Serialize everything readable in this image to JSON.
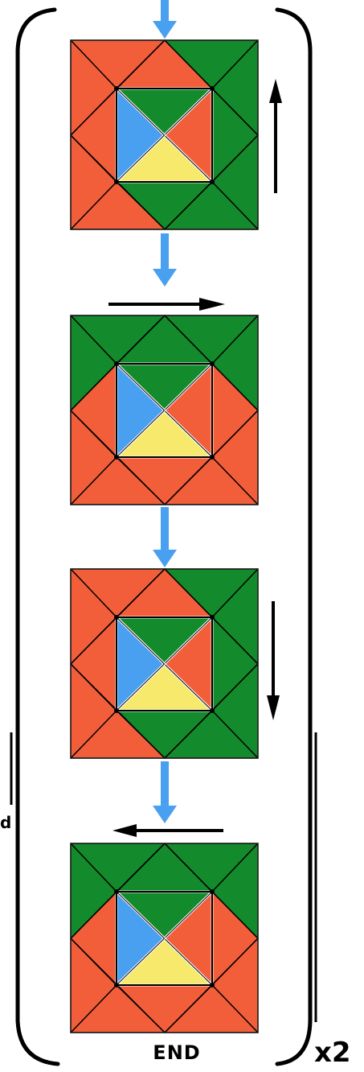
{
  "colors": {
    "red": "#f25e3a",
    "green": "#138a2b",
    "blue": "#4aa0f0",
    "yellow": "#f7e96b",
    "line": "#000000",
    "flow_arrow": "#4aa0f0"
  },
  "labels": {
    "end": "END",
    "repeat": "x2",
    "cut_off": "d"
  },
  "steps": [
    {
      "move_arrow": "up",
      "outer": [
        "red",
        "red",
        "green",
        "green",
        "green",
        "green",
        "green",
        "green",
        "red",
        "red",
        "red",
        "red"
      ],
      "center": {
        "top": "green",
        "right": "red",
        "bottom": "yellow",
        "left": "blue"
      }
    },
    {
      "move_arrow": "right",
      "outer": [
        "green",
        "green",
        "green",
        "green",
        "red",
        "red",
        "red",
        "red",
        "red",
        "red",
        "red",
        "green"
      ],
      "center": {
        "top": "green",
        "right": "red",
        "bottom": "yellow",
        "left": "blue"
      }
    },
    {
      "move_arrow": "down",
      "outer": [
        "red",
        "red",
        "green",
        "green",
        "green",
        "green",
        "green",
        "green",
        "red",
        "red",
        "red",
        "red"
      ],
      "center": {
        "top": "green",
        "right": "red",
        "bottom": "yellow",
        "left": "blue"
      }
    },
    {
      "move_arrow": "left",
      "outer": [
        "green",
        "green",
        "green",
        "green",
        "red",
        "red",
        "red",
        "red",
        "red",
        "red",
        "red",
        "green"
      ],
      "center": {
        "top": "green",
        "right": "red",
        "bottom": "yellow",
        "left": "blue"
      }
    }
  ]
}
